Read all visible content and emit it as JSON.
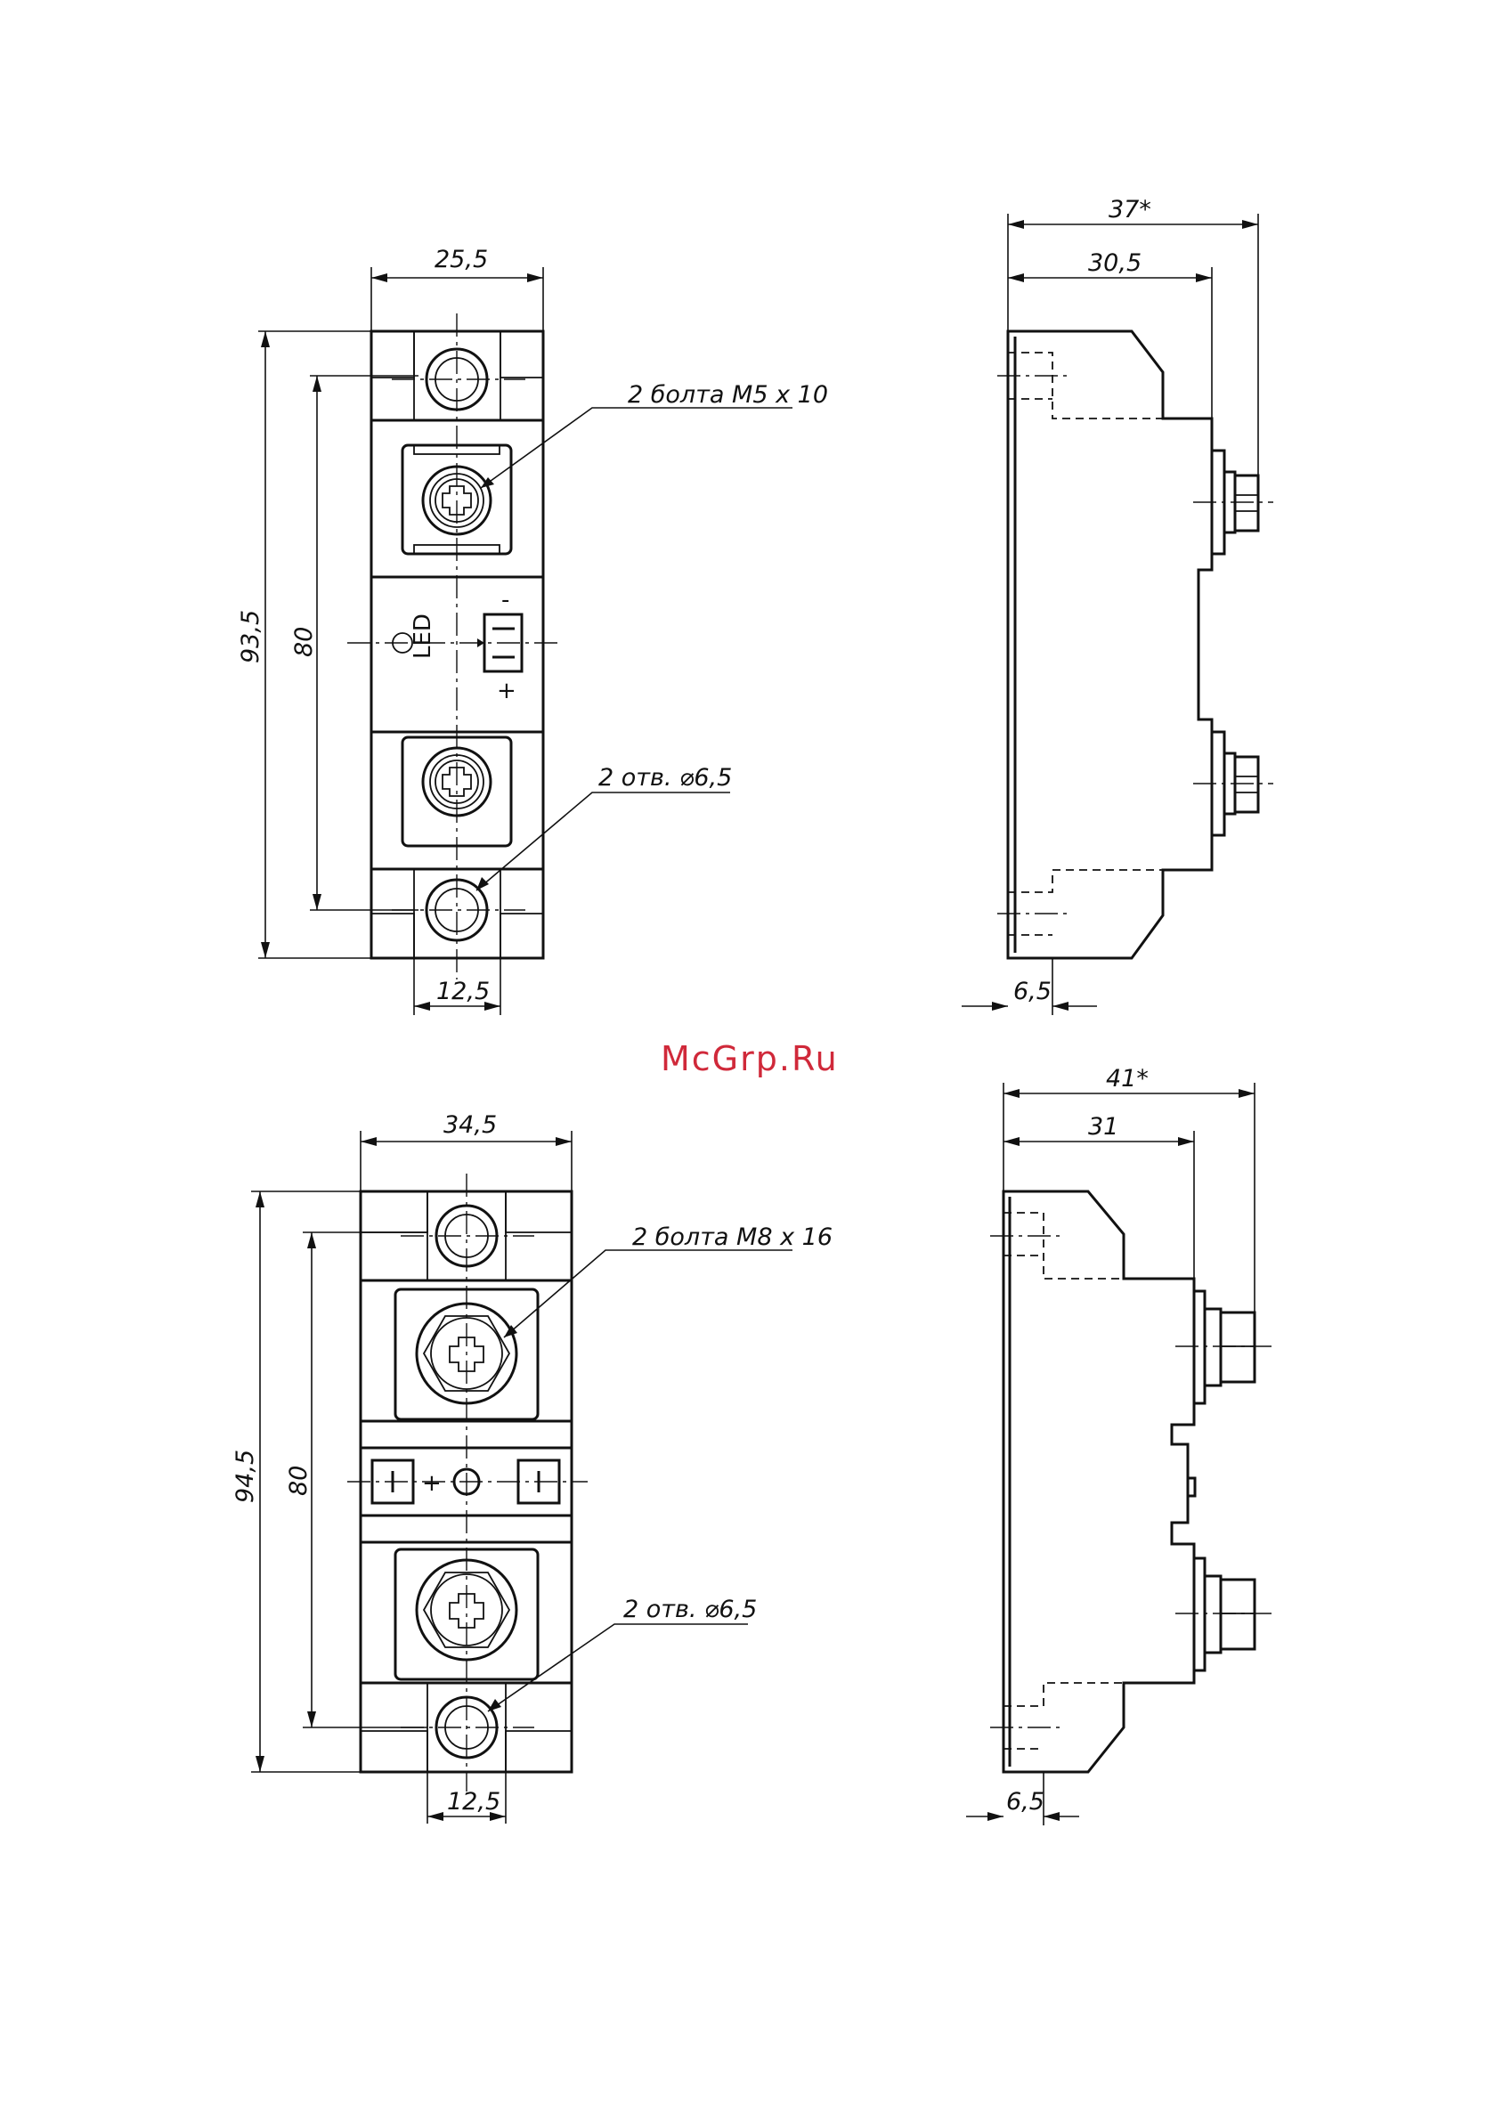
{
  "colors": {
    "line": "#111111",
    "watermark": "#d0293a",
    "background": "#ffffff"
  },
  "watermark": "McGrp.Ru",
  "module_small": {
    "width": "25,5",
    "height_total": "93,5",
    "hole_spacing": "80",
    "offset_bottom": "12,5",
    "bolt_note": "2  болта М5 х 10",
    "hole_note": "2  отв. ⌀6,5",
    "led_label": "LED",
    "minus_label": "-",
    "plus_label": "+"
  },
  "side_small": {
    "overall_depth": "37*",
    "body_depth": "30,5",
    "base_thickness": "6,5"
  },
  "module_large": {
    "width": "34,5",
    "height_total": "94,5",
    "hole_spacing": "80",
    "offset_bottom": "12,5",
    "bolt_note": "2  болта М8 х 16",
    "hole_note": "2  отв. ⌀6,5",
    "plus_label": "+"
  },
  "side_large": {
    "overall_depth": "41*",
    "body_depth": "31",
    "base_thickness": "6,5"
  }
}
